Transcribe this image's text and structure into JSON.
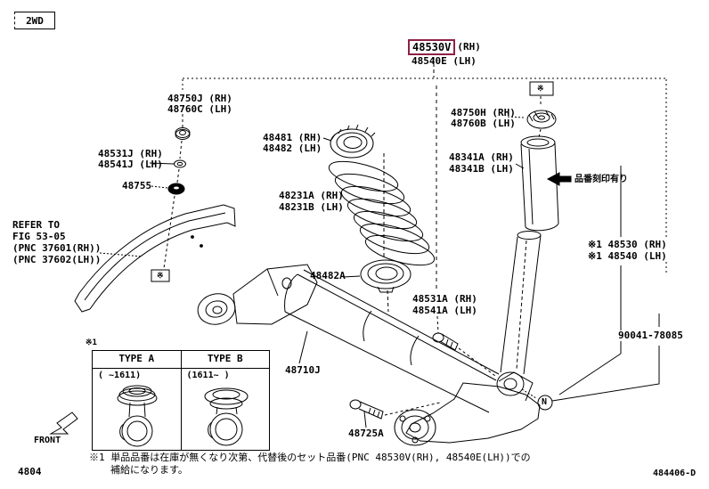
{
  "colors": {
    "highlight_box": "#8e2143",
    "line": "#000000",
    "background": "#ffffff"
  },
  "badge": {
    "label": "2WD"
  },
  "callout": {
    "primary_part": "48530V",
    "primary_side": "(RH)",
    "secondary_part": "48540E (LH)"
  },
  "labels": {
    "upper_bolt_rh": "48750J (RH)",
    "upper_bolt_lh": "48760C (LH)",
    "upper_washer_rh": "48531J (RH)",
    "upper_washer_lh": "48541J (LH)",
    "cushion": "48755",
    "refer_line1": "REFER TO",
    "refer_line2": "FIG 53-05",
    "refer_line3": "(PNC 37601(RH))",
    "refer_line4": "(PNC 37602(LH))",
    "spring_upper_insulator_rh": "48481 (RH)",
    "spring_upper_insulator_lh": "48482 (LH)",
    "coil_spring_rh": "48231A (RH)",
    "coil_spring_lh": "48231B (LH)",
    "spring_lower_seat": "48482A",
    "axle_beam": "48710J",
    "beam_bolt": "48725A",
    "shock_support_rh": "48750H (RH)",
    "shock_support_lh": "48760B (LH)",
    "dust_cover_rh": "48341A (RH)",
    "dust_cover_lh": "48341B (LH)",
    "stamp_note": "品番刻印有り",
    "shock_assy_rh": "※1 48530 (RH)",
    "shock_assy_lh": "※1 48540 (LH)",
    "shock_lower_bolt_rh": "48531A (RH)",
    "shock_lower_bolt_lh": "48541A (LH)",
    "shock_nut": "90041-78085",
    "front": "FRONT",
    "page_code": "4804",
    "figure_code": "484406-D",
    "table_ref": "※1",
    "marker_rail": "※",
    "marker_shock_top": "※",
    "nut_symbol": "N"
  },
  "table": {
    "header_a": "TYPE A",
    "header_b": "TYPE B",
    "range_a": "( ~1611)",
    "range_b": "(1611~ )"
  },
  "note": {
    "line1": "※1 単品品番は在庫が無くなり次第、代替後のセット品番(PNC 48530V(RH), 48540E(LH))での",
    "line2": "補給になります。"
  }
}
